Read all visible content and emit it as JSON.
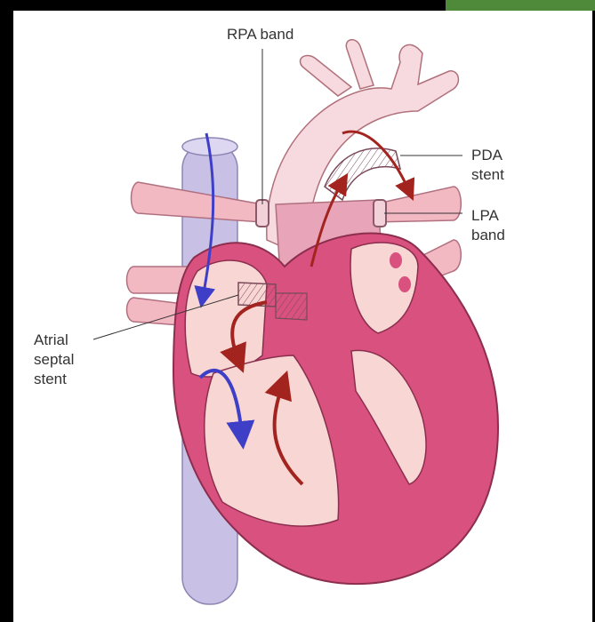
{
  "labels": {
    "rpa_band": "RPA band",
    "pda_stent_line1": "PDA",
    "pda_stent_line2": "stent",
    "lpa_band_line1": "LPA",
    "lpa_band_line2": "band",
    "atrial_line1": "Atrial",
    "atrial_line2": "septal",
    "atrial_line3": "stent"
  },
  "colors": {
    "heart_outer": "#d9517f",
    "heart_inner": "#f7d6d3",
    "vessel": "#f3b9c3",
    "vein": "#c9c0e6",
    "flow_red": "#a3241e",
    "flow_blue": "#3e3ec7",
    "stent": "#8a5a6a",
    "accent_green": "#4f8a3a"
  }
}
